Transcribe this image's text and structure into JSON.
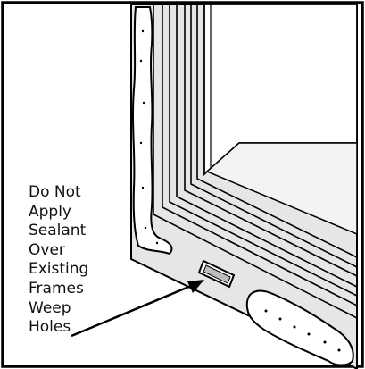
{
  "callout": {
    "lines": [
      "Do Not",
      "Apply",
      "Sealant",
      "Over",
      "Existing",
      "Frames",
      "Weep",
      "Holes"
    ]
  }
}
